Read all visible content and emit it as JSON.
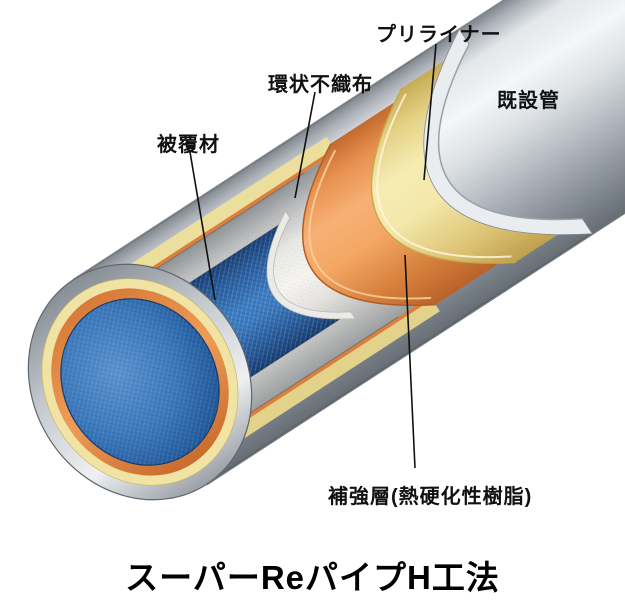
{
  "diagram": {
    "title": "スーパーReパイプH工法",
    "labels": {
      "preliner": "プリライナー",
      "nonwoven": "環状不織布",
      "existing_pipe": "既設管",
      "covering": "被覆材",
      "reinforcement": "補強層(熱硬化性樹脂)"
    },
    "layers": [
      {
        "name": "既設管",
        "color": "#b9bfc5"
      },
      {
        "name": "プリライナー",
        "color": "#f3e7a9"
      },
      {
        "name": "補強層(熱硬化性樹脂)",
        "color": "#e8914f"
      },
      {
        "name": "環状不織布",
        "color": "#efeeea"
      },
      {
        "name": "被覆材",
        "color": "#2f6cb0"
      }
    ],
    "colors": {
      "leader_line": "#111111",
      "text": "#000000",
      "background": "#ffffff"
    }
  }
}
